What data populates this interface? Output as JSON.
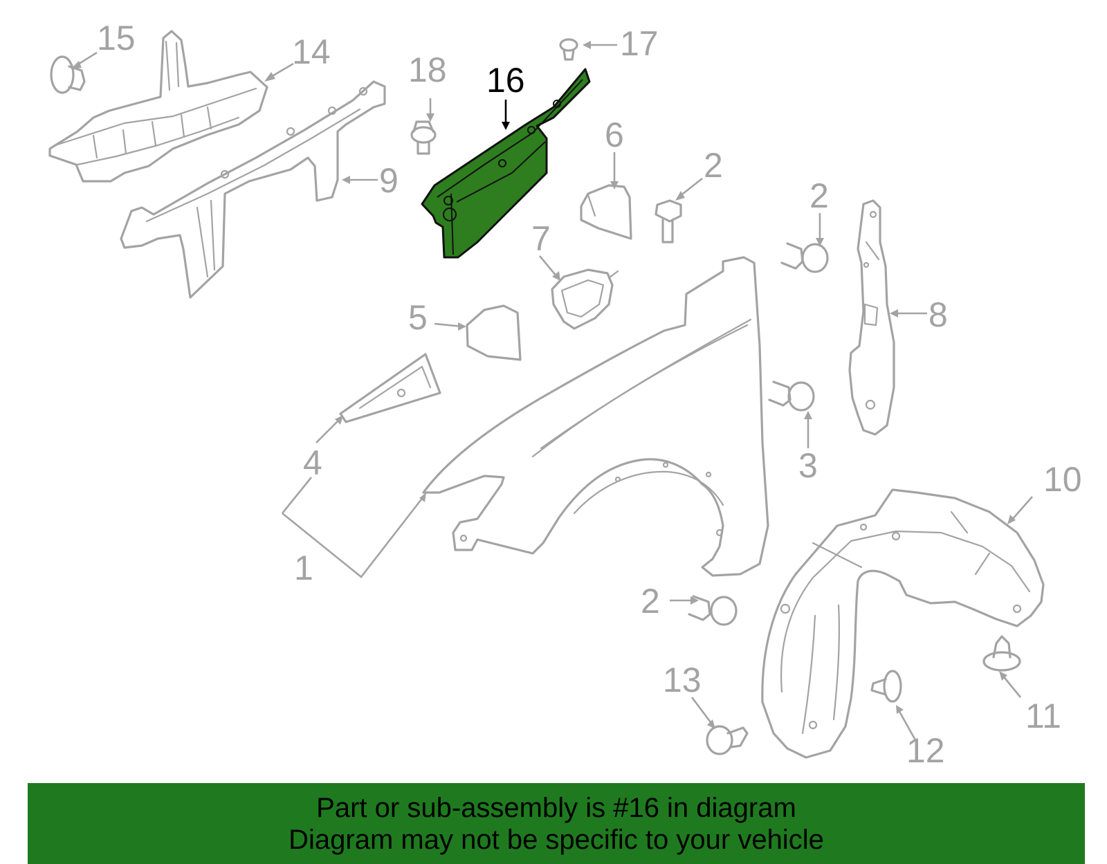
{
  "diagram": {
    "highlight_color": "#2e7d1f",
    "line_color": "#a3a3a3",
    "callouts": [
      {
        "id": "1",
        "label": "1"
      },
      {
        "id": "2a",
        "label": "2"
      },
      {
        "id": "2b",
        "label": "2"
      },
      {
        "id": "2c",
        "label": "2"
      },
      {
        "id": "3",
        "label": "3"
      },
      {
        "id": "4",
        "label": "4"
      },
      {
        "id": "5",
        "label": "5"
      },
      {
        "id": "6",
        "label": "6"
      },
      {
        "id": "7",
        "label": "7"
      },
      {
        "id": "8",
        "label": "8"
      },
      {
        "id": "9",
        "label": "9"
      },
      {
        "id": "10",
        "label": "10"
      },
      {
        "id": "11",
        "label": "11"
      },
      {
        "id": "12",
        "label": "12"
      },
      {
        "id": "13",
        "label": "13"
      },
      {
        "id": "14",
        "label": "14"
      },
      {
        "id": "15",
        "label": "15"
      },
      {
        "id": "16",
        "label": "16",
        "highlighted": true
      },
      {
        "id": "17",
        "label": "17"
      },
      {
        "id": "18",
        "label": "18"
      }
    ]
  },
  "banner": {
    "background_color": "#1f7a1f",
    "line1": "Part or sub-assembly is #16 in diagram",
    "line2": "Diagram may not be specific to your vehicle"
  }
}
